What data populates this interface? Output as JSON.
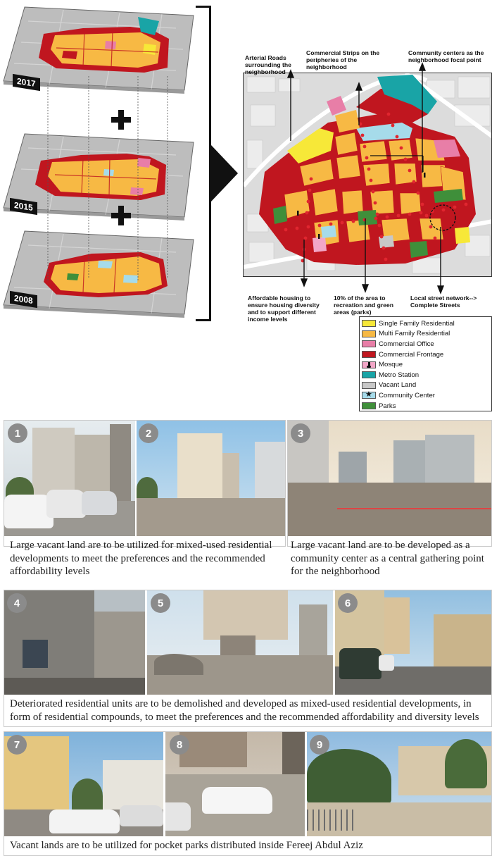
{
  "map_years": [
    "2017",
    "2015",
    "2008"
  ],
  "callouts": {
    "arterial": "Arterial Roads surrounding the neighborhood",
    "commercial_strips": "Commercial Strips on the peripheries of the neighborhood",
    "community_centers": "Community centers as the neighborhood focal point",
    "affordable": "Affordable housing to ensure housing diversity and to support different income levels",
    "recreation": "10% of the area to recreation and green areas (parks)",
    "street_network": "Local street network--> Complete Streets"
  },
  "legend": [
    {
      "label": "Single Family Residential",
      "color": "#f7e838",
      "glyph": ""
    },
    {
      "label": "Multi Family Residential",
      "color": "#f7b944",
      "glyph": ""
    },
    {
      "label": "Commercial Office",
      "color": "#e87ea7",
      "glyph": ""
    },
    {
      "label": "Commercial Frontage",
      "color": "#c0161f",
      "glyph": ""
    },
    {
      "label": "Mosque",
      "color": "#f2a6c7",
      "glyph": "mosque-icon"
    },
    {
      "label": "Metro Station",
      "color": "#19a4a6",
      "glyph": ""
    },
    {
      "label": "Vacant Land",
      "color": "#c8c8c8",
      "glyph": ""
    },
    {
      "label": "Community Center",
      "color": "#a6dbea",
      "glyph": "star-icon"
    },
    {
      "label": "Parks",
      "color": "#3f8f3a",
      "glyph": ""
    }
  ],
  "photos": {
    "numbers": [
      "1",
      "2",
      "3",
      "4",
      "5",
      "6",
      "7",
      "8",
      "9"
    ],
    "captions": {
      "row1_left": "Large vacant land are to be utilized for mixed-used residential developments to meet the preferences and the recommended affordability levels",
      "row1_right": "Large vacant land are to be developed as a community center as a central gathering point for the neighborhood",
      "row2": "Deteriorated residential units are to be demolished and developed as mixed-used residential developments, in form of residential compounds, to meet the preferences and the recommended affordability and diversity levels",
      "row3": "Vacant lands are to be utilized for pocket parks distributed inside Fereej Abdul Aziz"
    }
  },
  "colors": {
    "single_family": "#f7e838",
    "multi_family": "#f7b944",
    "commercial_office": "#e87ea7",
    "commercial_frontage": "#c0161f",
    "metro": "#19a4a6",
    "vacant": "#c8c8c8",
    "community": "#a6dbea",
    "parks": "#3f8f3a"
  }
}
